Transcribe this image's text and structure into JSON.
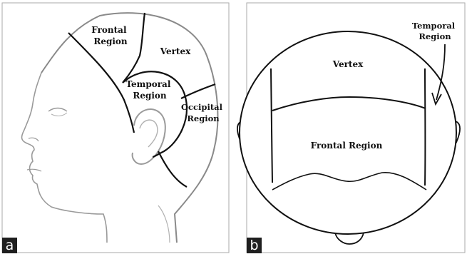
{
  "figure": {
    "panels": [
      {
        "tag": "a",
        "regions": {
          "frontal": [
            "Frontal",
            "Region"
          ],
          "vertex": "Vertex",
          "temporal": [
            "Temporal",
            "Region"
          ],
          "occipital": [
            "Occipital",
            "Region"
          ]
        }
      },
      {
        "tag": "b",
        "regions": {
          "vertex": "Vertex",
          "frontal": "Frontal Region",
          "temporal": [
            "Temporal",
            "Region"
          ]
        }
      }
    ]
  }
}
